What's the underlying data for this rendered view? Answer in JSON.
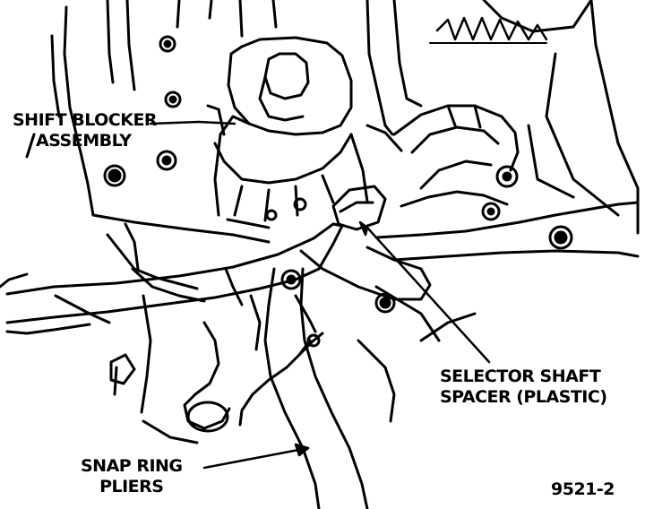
{
  "diagram": {
    "labels": {
      "shift_blocker": [
        "SHIFT BLOCKER",
        "ASSEMBLY"
      ],
      "selector_shaft_spacer": [
        "SELECTOR SHAFT",
        "SPACER (PLASTIC)"
      ],
      "snap_ring_pliers": [
        "SNAP RING",
        "PLIERS"
      ],
      "figure_number": "9521-2"
    },
    "colors": {
      "ink": "#000000",
      "paper": "#ffffff"
    }
  }
}
